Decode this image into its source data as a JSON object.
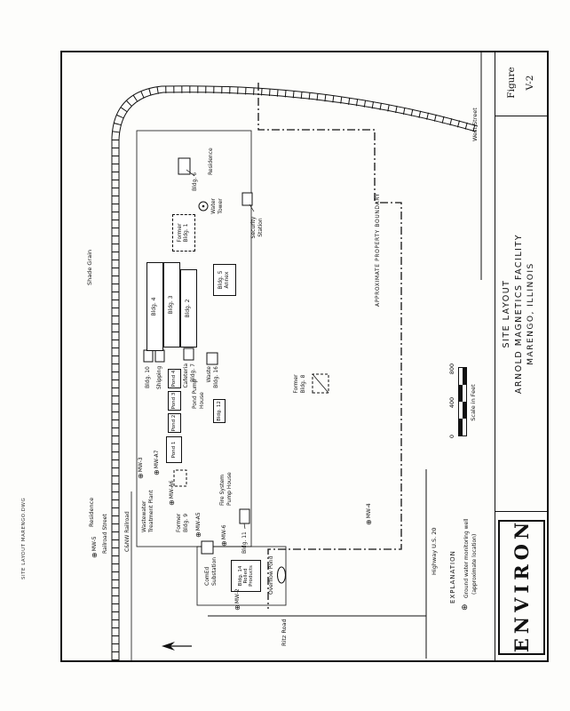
{
  "meta": {
    "drawing_note": "SITE LAYOUT MARENGO.DWG"
  },
  "figure": {
    "label": "Figure",
    "number": "V-2"
  },
  "title_block": {
    "line1": "SITE LAYOUT",
    "line2": "ARNOLD MAGNETICS FACILITY",
    "line3": "MARENGO, ILLINOIS"
  },
  "logo": {
    "text": "ENVIRON"
  },
  "scale": {
    "caption": "Scale in Feet",
    "t0": "0",
    "t400": "400",
    "t800": "800"
  },
  "legend": {
    "heading": "EXPLANATION",
    "symbol": "⊕",
    "item": "Ground water monitoring well",
    "note": "(approximate location)"
  },
  "roads": {
    "west_street": "West Street",
    "highway": "Highway U.S. 20",
    "ritz_road": "Ritz Road",
    "railroad_street": "Railroad Street",
    "railroad": "C&NW Railroad"
  },
  "boundary": {
    "label": "APPROXIMATE PROPERTY BOUNDARY"
  },
  "areas": {
    "shade_grain": "Shade Grain",
    "residence_north": "Residence",
    "residence_east": "Residence"
  },
  "buildings": {
    "b4": "Bldg. 4",
    "b3": "Bldg. 3",
    "b2": "Bldg. 2",
    "b5": {
      "l1": "Bldg. 5",
      "l2": "Annex"
    },
    "f1": {
      "l1": "Former",
      "l2": "Bldg. 1"
    },
    "b6": "Bldg. 6",
    "water_tower": {
      "l1": "Water",
      "l2": "Tower"
    },
    "security": {
      "l1": "Security",
      "l2": "Station"
    },
    "b10": "Bldg. 10",
    "shipping": "Shipping",
    "cafeteria": {
      "l1": "Cafeteria",
      "l2": "Bldg. 7"
    },
    "waste": {
      "l1": "Waste",
      "l2": "Bldg. 16"
    },
    "f8": {
      "l1": "Former",
      "l2": "Bldg. 8"
    },
    "pond1": "Pond 1",
    "pond2": "Pond 2",
    "pond3": "Pond 3",
    "pond4": "Pond 4",
    "pond_pump": {
      "l1": "Pond Pump",
      "l2": "House"
    },
    "b12": "Bldg. 12",
    "wwtp": {
      "l1": "Wastewater",
      "l2": "Treatment Plant"
    },
    "f9": {
      "l1": "Former",
      "l2": "Bldg. 9"
    },
    "fire_pump": {
      "l1": "Fire System",
      "l2": "Pump House"
    },
    "comed": {
      "l1": "ComEd",
      "l2": "Substation"
    },
    "b11": "Bldg. 11",
    "b14": {
      "l1": "Bldg. 14",
      "l2": "Rolled",
      "l3": "Products"
    },
    "overflow": "Overflow Pond"
  },
  "wells": {
    "mw5": "MW-5",
    "mw3": "MW-3",
    "mwa7": "MW-A7",
    "mwa6": "MW-A6",
    "mwa5": "MW-A5",
    "mw6": "MW-6",
    "mw2": "MW-2",
    "mw4": "MW-4"
  }
}
